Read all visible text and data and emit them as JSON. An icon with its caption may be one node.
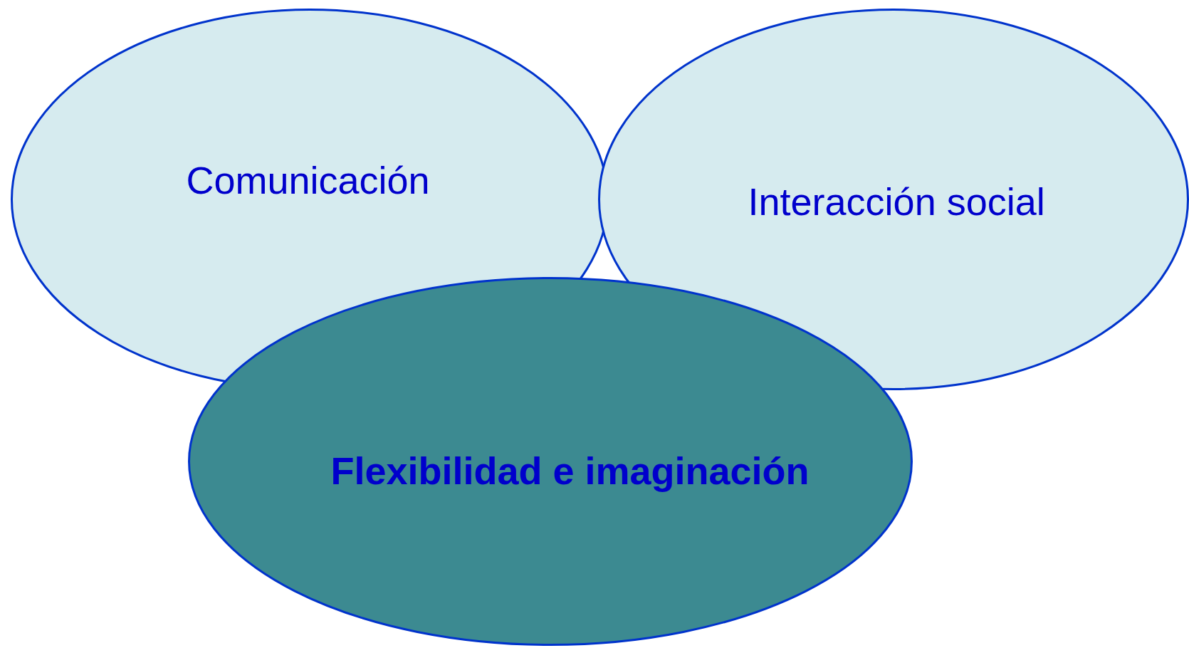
{
  "diagram": {
    "nodes": [
      {
        "text": [
          "Comunicación"
        ]
      },
      {
        "text": [
          "Interacción social"
        ]
      },
      {
        "text": [
          "Flexibilidad e imaginación"
        ]
      }
    ]
  }
}
